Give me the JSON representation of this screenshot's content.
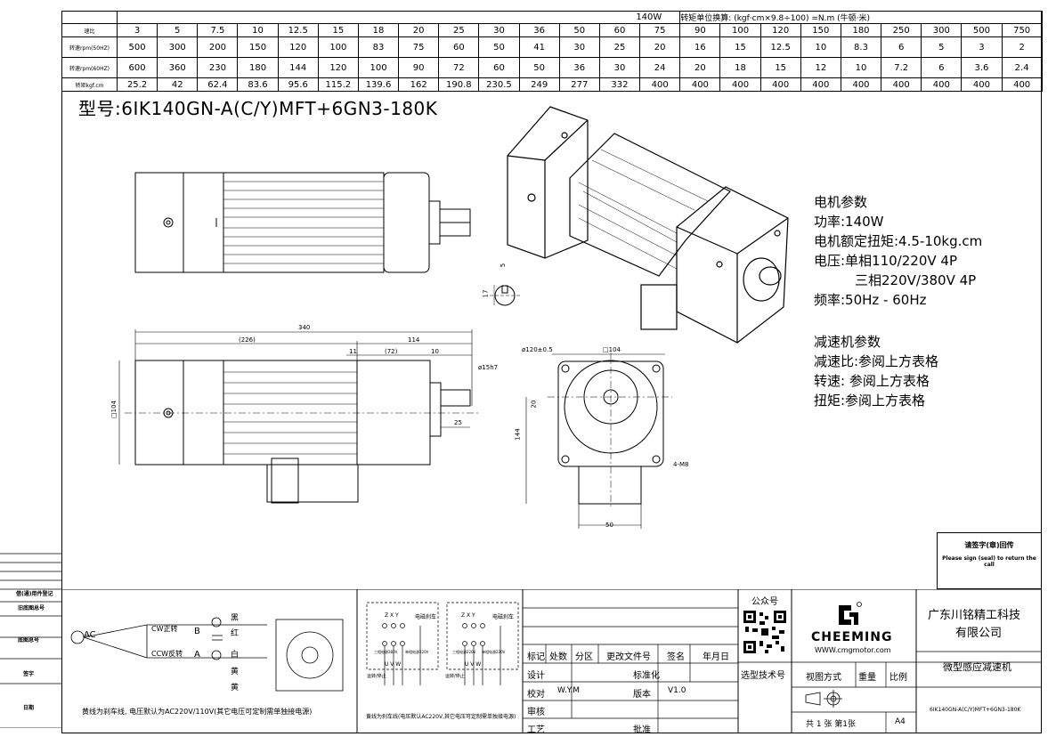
{
  "header": {
    "power_label": "140W",
    "conversion": "转矩单位换算: (kgf·cm×9.8÷100) =N.m (牛顿·米)"
  },
  "spec_table": {
    "ratio_label": "速比",
    "speed50_label": "转速rpm(50HZ)",
    "speed60_label": "转速rpm(60HZ)",
    "torque_label": "转矩kgf.cm",
    "ratios": [
      "3",
      "5",
      "7.5",
      "10",
      "12.5",
      "15",
      "18",
      "20",
      "25",
      "30",
      "36",
      "50",
      "60",
      "75",
      "90",
      "100",
      "120",
      "150",
      "180",
      "250",
      "300",
      "500",
      "750"
    ],
    "speed50": [
      "500",
      "300",
      "200",
      "150",
      "120",
      "100",
      "83",
      "75",
      "60",
      "50",
      "41",
      "30",
      "25",
      "20",
      "16",
      "15",
      "12.5",
      "10",
      "8.3",
      "6",
      "5",
      "3",
      "2"
    ],
    "speed60": [
      "600",
      "360",
      "230",
      "180",
      "144",
      "120",
      "100",
      "90",
      "72",
      "60",
      "50",
      "36",
      "30",
      "24",
      "20",
      "18",
      "15",
      "12",
      "10",
      "7.2",
      "6",
      "3.6",
      "2.4"
    ],
    "torque": [
      "25.2",
      "42",
      "62.4",
      "83.6",
      "95.6",
      "115.2",
      "139.6",
      "162",
      "190.8",
      "230.5",
      "249",
      "277",
      "332",
      "400",
      "400",
      "400",
      "400",
      "400",
      "400",
      "400",
      "400",
      "400",
      "400"
    ]
  },
  "model": "型号:6IK140GN-A(C/Y)MFT+6GN3-180K",
  "motor_params": {
    "title": "电机参数",
    "power": "功率:140W",
    "torque": "电机额定扭矩:4.5-10kg.cm",
    "voltage1": "电压:单相110/220V 4P",
    "voltage2": "三相220V/380V 4P",
    "frequency": "频率:50Hz - 60Hz"
  },
  "gear_params": {
    "title": "减速机参数",
    "ratio": "减速比:参阅上方表格",
    "speed": "转速: 参阅上方表格",
    "torque": "扭矩:参阅上方表格"
  },
  "dimensions": {
    "total": "340",
    "motor_len": "(226)",
    "gear_len": "114",
    "d11": "11",
    "d72": "(72)",
    "d10": "10",
    "shaft": "ø15h7",
    "d25": "25",
    "sq104_side": "□104",
    "key5": "5",
    "key17": "17",
    "circle": "ø120±0.5",
    "sq104": "□104",
    "d20": "20",
    "d144": "144",
    "holes": "4-M8",
    "d50": "50"
  },
  "stamp": {
    "line1": "请签字(章)回传",
    "line2": "Please sign (seal) to return the call"
  },
  "wiring": {
    "ac": "AC",
    "cw": "CW正转",
    "ccw": "CCW反转",
    "b": "B",
    "a": "A",
    "colors": [
      "黑",
      "红",
      "白",
      "黄",
      "黄"
    ],
    "note": "黄线为刹车线, 电压默认为AC220V/110V(其它电压可定制需单独接电源)",
    "three_phase_note": "黄线为刹车线(电压默认AC220V,其它电压可定制需单独接电源)",
    "zxy": "Z X Y",
    "brake": "电磁刹车",
    "sub1a": "三相电源380V",
    "sub1b": "单相电源220V",
    "sub2a": "三相电源220V",
    "sub2b": "单相电源220V",
    "uvw": "U V W",
    "run_stop": "运转/停止"
  },
  "side_block": {
    "rows": [
      "借(通)用件登记",
      "旧底图总号",
      "底图总号",
      "签字",
      "日期"
    ]
  },
  "title_block": {
    "labels": {
      "biaoji": "标记",
      "chushu": "处数",
      "fenqu": "分区",
      "gengai": "更改文件号",
      "qianming": "签名",
      "nianyueri": "年月日",
      "sheji": "设计",
      "biaozhunhua": "标准化",
      "jiaodui": "校对",
      "shenhe": "审核",
      "gongyi": "工艺",
      "pizhun": "批准",
      "banben": "版本",
      "xuanxing": "选型技术号",
      "shitu": "视图方式",
      "zhongliang": "重量",
      "bili": "比例"
    },
    "designer": "W.Y.M",
    "version": "V1.0",
    "wechat_label": "公众号",
    "brand": "CHEEMING",
    "website": "WWW.cmgmotor.com",
    "company1": "广东川铭精工科技",
    "company2": "有限公司",
    "product": "微型感应减速机",
    "sheets": "共 1 张 第1张",
    "paper": "A4",
    "model_code": "6IK140GN-A(C/Y)MFT+6GN3-180K"
  }
}
